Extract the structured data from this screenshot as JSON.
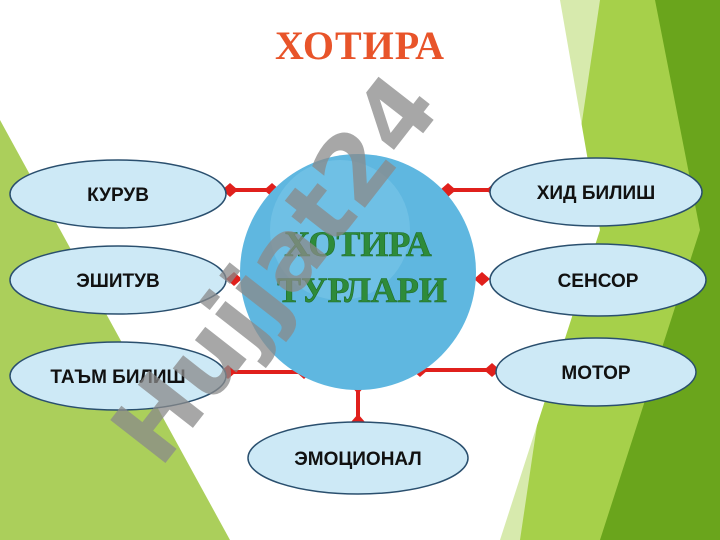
{
  "title": "ХОТИРА",
  "center": {
    "lines": [
      "ХОТИРА",
      "ТУРЛАРИ"
    ]
  },
  "nodes": [
    {
      "id": "kuruv",
      "label": "КУРУВ"
    },
    {
      "id": "eshituv",
      "label": "ЭШИТУВ"
    },
    {
      "id": "taem-bilish",
      "label": "ТАЪМ БИЛИШ"
    },
    {
      "id": "emotsional",
      "label": "ЭМОЦИОНАЛ"
    },
    {
      "id": "khid-bilish",
      "label": "ХИД БИЛИШ"
    },
    {
      "id": "sensor",
      "label": "СЕНСОР"
    },
    {
      "id": "motor",
      "label": "МОТОР"
    }
  ],
  "watermark": "Hujjat24",
  "colors": {
    "title": "#e8542a",
    "center_fill": "#5fb7e0",
    "center_text": "#2e8b3a",
    "oval_fill": "#cde9f6",
    "oval_stroke": "#2a4f6e",
    "oval_text": "#111111",
    "connector": "#e0201c",
    "green_dark": "#6aa51c",
    "green_light": "#a4d040",
    "watermark": "#8a8a8a"
  }
}
